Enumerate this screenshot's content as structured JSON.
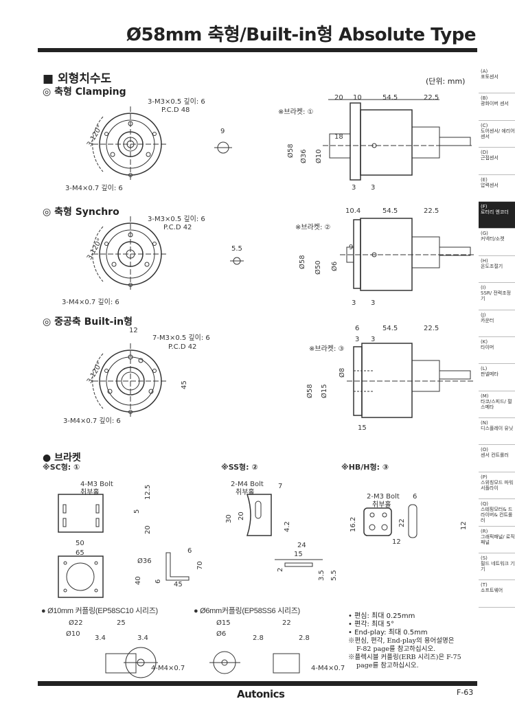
{
  "title": "Ø58mm 축형/Built-in형 Absolute Type",
  "section": "■ 외형치수도",
  "unit": "(단위: mm)",
  "clamping": {
    "heading": "◎ 축형 Clamping",
    "labels": [
      "3-M3×0.5 깊이: 6",
      "P.C.D 48",
      "3-120°",
      "9",
      "3-M4×0.7 깊이: 6",
      "※브라켓: ①",
      "20",
      "10",
      "54.5",
      "22.5",
      "18",
      "Ø58",
      "Ø36",
      "Ø10",
      "3",
      "3"
    ]
  },
  "synchro": {
    "heading": "◎ 축형 Synchro",
    "labels": [
      "3-M3×0.5 깊이: 6",
      "P.C.D 42",
      "3-120°",
      "5.5",
      "3-M4×0.7 깊이: 6",
      "※브라켓: ②",
      "10.4",
      "54.5",
      "22.5",
      "9",
      "Ø58",
      "Ø50",
      "Ø6",
      "3",
      "3"
    ]
  },
  "builtin": {
    "heading": "◎ 중공축 Built-in형",
    "labels": [
      "12",
      "7-M3×0.5 깊이: 6",
      "P.C.D 42",
      "3-120°",
      "45",
      "3-M4×0.7 깊이: 6",
      "※브라켓: ③",
      "6",
      "54.5",
      "22.5",
      "3",
      "3",
      "Ø8",
      "Ø15",
      "Ø58",
      "15"
    ]
  },
  "bracket": {
    "heading": "● 브라켓",
    "sc": {
      "label": "※SC형: ①",
      "labels": [
        "4-M3 Bolt",
        "취부홀",
        "12.5",
        "5",
        "20",
        "50",
        "65",
        "Ø36",
        "6",
        "70",
        "40",
        "6",
        "45"
      ]
    },
    "ss": {
      "label": "※SS형: ②",
      "labels": [
        "2-M4 Bolt",
        "취부홀",
        "7",
        "30",
        "20",
        "4.2",
        "24",
        "15",
        "2",
        "3.5",
        "5.5"
      ]
    },
    "hb": {
      "label": "※HB/H형: ③",
      "labels": [
        "2-M3 Bolt",
        "취부홀",
        "6",
        "16.2",
        "22",
        "12",
        "12"
      ]
    }
  },
  "coupling": {
    "c10": {
      "heading": "● Ø10mm 커플링(EP58SC10 시리즈)",
      "labels": [
        "Ø22",
        "Ø10",
        "25",
        "3.4",
        "3.4",
        "4-M4×0.7"
      ]
    },
    "c6": {
      "heading": "● Ø6mm커플링(EP58SS6 시리즈)",
      "labels": [
        "Ø15",
        "Ø6",
        "22",
        "2.8",
        "2.8",
        "4-M4×0.7"
      ]
    },
    "notes": [
      "• 편심: 최대 0.25mm",
      "• 편각: 최대 5°",
      "• End-play: 최대 0.5mm",
      "※편심, 편각, End-play의 용어설명은",
      "F-82 page를 참고하십시오.",
      "※플렉시블 커플링(ERB 시리즈)은 F-75",
      "page를 참고하십시오."
    ]
  },
  "sidebar": [
    {
      "code": "(A)",
      "name": "포토센서"
    },
    {
      "code": "(B)",
      "name": "광화이버 센서"
    },
    {
      "code": "(C)",
      "name": "도어센서/ 에리어센서"
    },
    {
      "code": "(D)",
      "name": "근접센서"
    },
    {
      "code": "(E)",
      "name": "압력센서"
    },
    {
      "code": "(F)",
      "name": "로터리 엔코더",
      "active": true
    },
    {
      "code": "(G)",
      "name": "커넥터/소켓"
    },
    {
      "code": "(H)",
      "name": "온도조절기"
    },
    {
      "code": "(I)",
      "name": "SSR/ 전력조정기"
    },
    {
      "code": "(J)",
      "name": "카운터"
    },
    {
      "code": "(K)",
      "name": "타이머"
    },
    {
      "code": "(L)",
      "name": "판넬메타"
    },
    {
      "code": "(M)",
      "name": "타코/스피드/ 펄스메타"
    },
    {
      "code": "(N)",
      "name": "디스플레이 유닛"
    },
    {
      "code": "(O)",
      "name": "센서 컨트롤러"
    },
    {
      "code": "(P)",
      "name": "스위칭모드 파워서플라이"
    },
    {
      "code": "(Q)",
      "name": "스테핑모터& 드라이버& 컨트롤러"
    },
    {
      "code": "(R)",
      "name": "그래픽패널/ 로직패널"
    },
    {
      "code": "(S)",
      "name": "필드 네트워크 기기"
    },
    {
      "code": "(T)",
      "name": "소프트웨어"
    }
  ],
  "footer": {
    "brand": "Autonics",
    "page": "F-63"
  }
}
